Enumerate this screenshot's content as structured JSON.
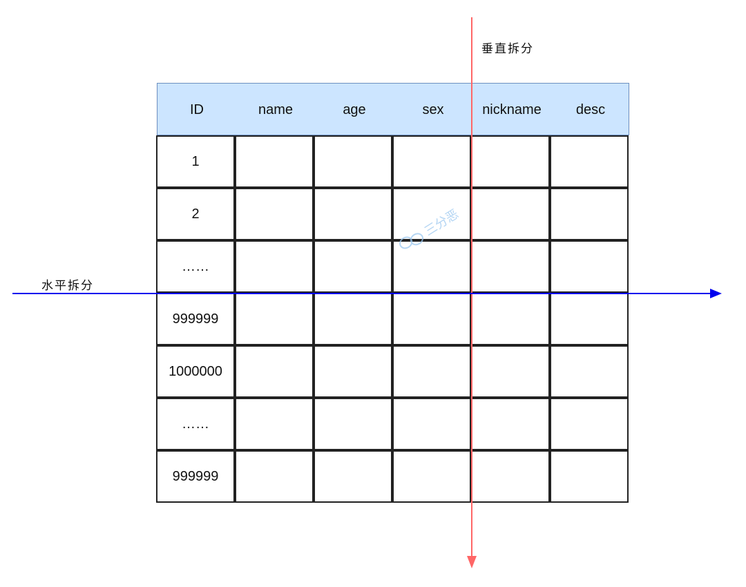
{
  "labels": {
    "vertical_split": "垂直拆分",
    "horizontal_split": "水平拆分"
  },
  "table": {
    "columns": [
      "ID",
      "name",
      "age",
      "sex",
      "nickname",
      "desc"
    ],
    "rows": [
      [
        "1",
        "",
        "",
        "",
        "",
        ""
      ],
      [
        "2",
        "",
        "",
        "",
        "",
        ""
      ],
      [
        "……",
        "",
        "",
        "",
        "",
        ""
      ],
      [
        "999999",
        "",
        "",
        "",
        "",
        ""
      ],
      [
        "1000000",
        "",
        "",
        "",
        "",
        ""
      ],
      [
        "……",
        "",
        "",
        "",
        "",
        ""
      ],
      [
        "999999",
        "",
        "",
        "",
        "",
        ""
      ]
    ]
  },
  "watermark": {
    "text": "三分恶",
    "icon": "wechat-icon"
  },
  "colors": {
    "header_fill": "#cce5ff",
    "header_border": "#6c8ebf",
    "vertical_split_line": "#ff6666",
    "horizontal_split_line": "#0000ee"
  }
}
